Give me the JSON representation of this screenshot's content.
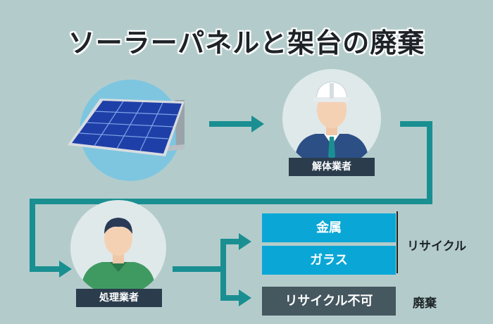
{
  "title": "ソーラーパネルと架台の廃棄",
  "nodes": {
    "dismantler": "解体業者",
    "processor": "処理業者"
  },
  "outputs": {
    "metal": "金属",
    "glass": "ガラス",
    "non_recyclable": "リサイクル不可"
  },
  "side_labels": {
    "recycle": "リサイクル",
    "disposal": "廃棄"
  },
  "colors": {
    "background": "#b3cccb",
    "arrow": "#1a8f92",
    "blue_box": "#0aa7d6",
    "gray_box": "#45575f",
    "dark_label": "#2b3d4d"
  }
}
